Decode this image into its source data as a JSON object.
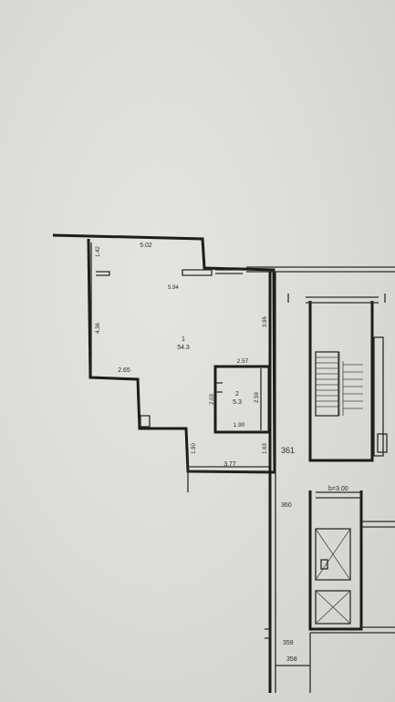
{
  "rooms": [
    {
      "number": "1",
      "area": "54.3"
    },
    {
      "number": "2",
      "area": "5.3"
    }
  ],
  "dimensions": {
    "top_width": "5.02",
    "left_upper": "1.42",
    "left_height": "4.36",
    "inner_width": "5.94",
    "ledge_width": "2.65",
    "right_height": "3.96",
    "bath_width_top": "2.57",
    "bath_width_bottom": "1.90",
    "bath_height_left": "2.03",
    "bath_height_right": "2.59",
    "lower_left": "1.90",
    "lower_right": "1.63",
    "bottom_width": "3.77"
  },
  "axes": {
    "a361": "361",
    "a360": "360",
    "a359": "359",
    "a358": "358"
  },
  "stair_note": "b=3.00"
}
